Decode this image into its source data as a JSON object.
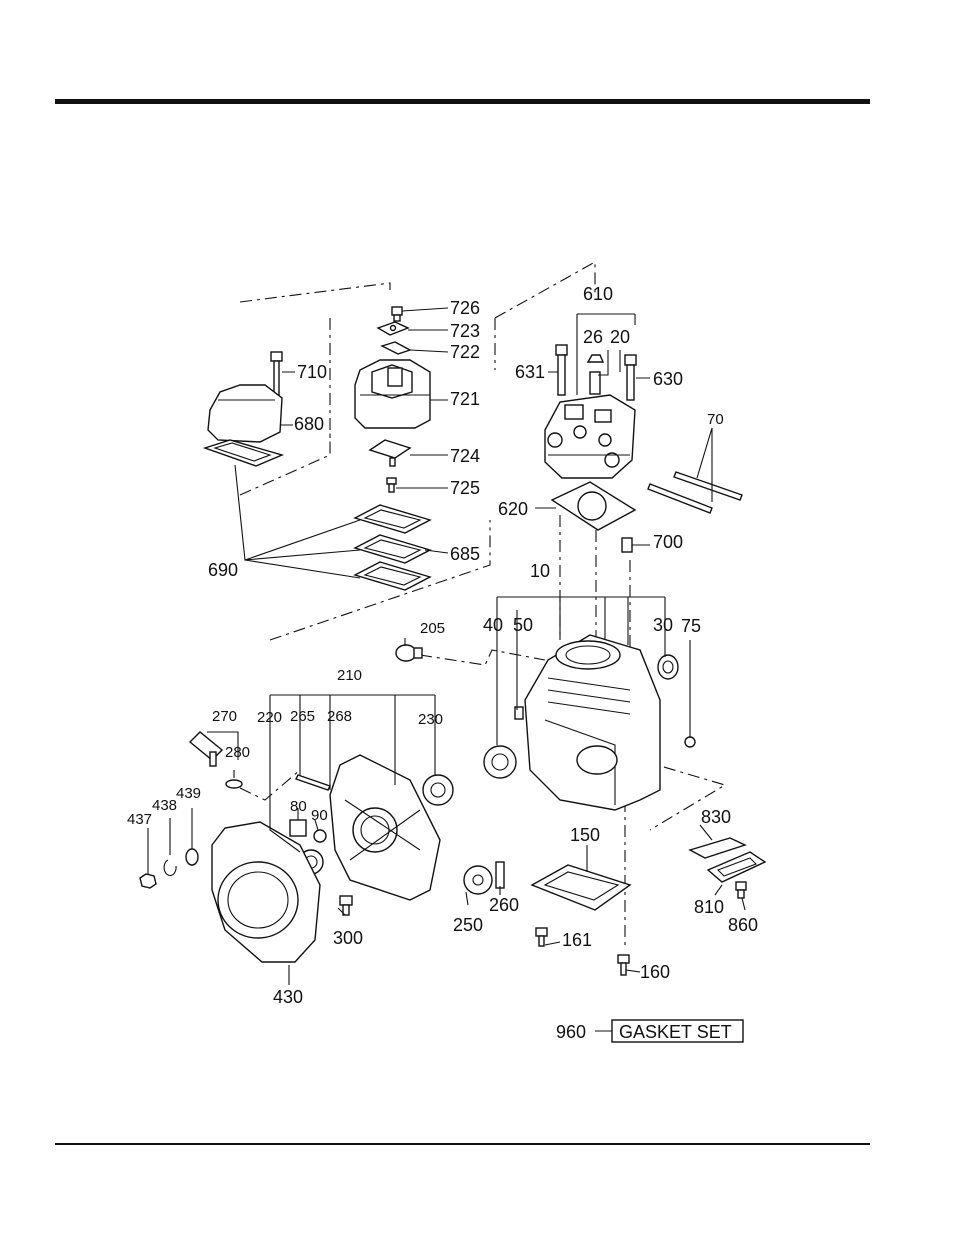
{
  "diagram": {
    "labels": {
      "p726": "726",
      "p723": "723",
      "p722": "722",
      "p710": "710",
      "p721": "721",
      "p680": "680",
      "p724": "724",
      "p725": "725",
      "p685": "685",
      "p690": "690",
      "p610": "610",
      "p26": "26",
      "p20": "20",
      "p631": "631",
      "p630": "630",
      "p70": "70",
      "p620": "620",
      "p700": "700",
      "p10": "10",
      "p40": "40",
      "p50": "50",
      "p30": "30",
      "p75": "75",
      "p205": "205",
      "p210": "210",
      "p270": "270",
      "p220": "220",
      "p265": "265",
      "p268": "268",
      "p230": "230",
      "p280": "280",
      "p439": "439",
      "p438": "438",
      "p437": "437",
      "p80": "80",
      "p90": "90",
      "p300": "300",
      "p250": "250",
      "p260": "260",
      "p430": "430",
      "p150": "150",
      "p161": "161",
      "p160": "160",
      "p830": "830",
      "p810": "810",
      "p860": "860",
      "p960": "960"
    },
    "gasket_set_label": "GASKET SET"
  }
}
